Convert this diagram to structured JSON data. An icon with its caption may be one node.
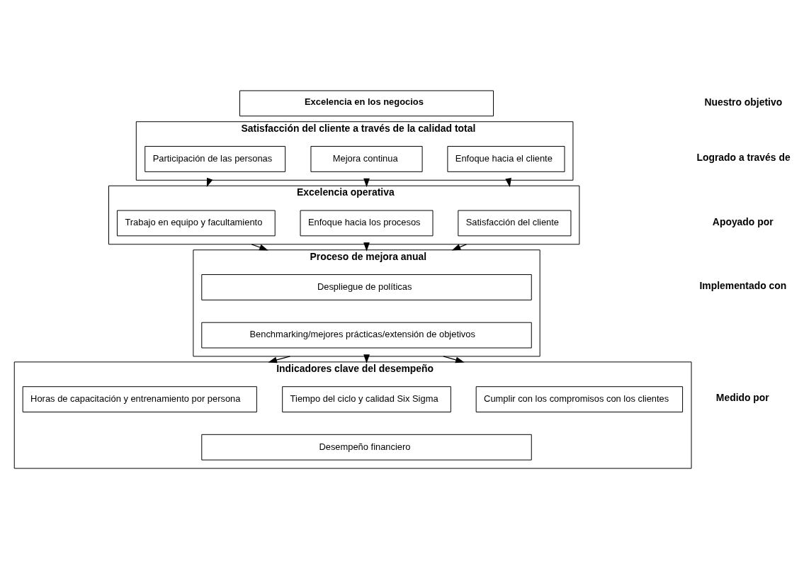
{
  "diagram": {
    "nodes": [
      {
        "text": [
          "Excelencia en los negocios"
        ]
      },
      {
        "text": [
          "Satisfacción del cliente a través de la calidad total"
        ]
      },
      {
        "text": [
          "Enfoque hacia el cliente"
        ],
        "in": 1
      },
      {
        "text": [
          "Mejora continua"
        ],
        "in": 1
      },
      {
        "text": [
          "Participación de las personas"
        ],
        "in": 1
      },
      {
        "text": [
          "Excelencia operativa"
        ]
      },
      {
        "text": [
          "Satisfacción del cliente"
        ],
        "in": 5
      },
      {
        "text": [
          "Enfoque hacia los procesos"
        ],
        "in": 5
      },
      {
        "text": [
          "Trabajo en equipo y facultamiento"
        ],
        "in": 5
      },
      {
        "text": [
          "Proceso de mejora anual"
        ]
      },
      {
        "text": [
          "Despliegue de políticas"
        ],
        "in": 9
      },
      {
        "text": [
          "Benchmarking/mejores prácticas/extensión de objetivos"
        ],
        "in": 9
      },
      {
        "text": [
          "Indicadores clave del desempeño"
        ]
      },
      {
        "text": [
          "Cumplir con los compromisos con los clientes"
        ],
        "in": 12
      },
      {
        "text": [
          "Tiempo del ciclo y calidad Six Sigma"
        ],
        "in": 12
      },
      {
        "text": [
          "Horas de capacitación y entrenamiento por persona"
        ],
        "in": 12
      },
      {
        "text": [
          "Desempeño financiero"
        ],
        "in": 12
      }
    ],
    "edges": [
      {
        "from": 1,
        "to": 5,
        "arrow": "to"
      },
      {
        "from": 1,
        "to": 5,
        "arrow": "to"
      },
      {
        "from": 1,
        "to": 5,
        "arrow": "to"
      },
      {
        "from": 5,
        "to": 9,
        "arrow": "to"
      },
      {
        "from": 5,
        "to": 9,
        "arrow": "to"
      },
      {
        "from": 5,
        "to": 9,
        "arrow": "to"
      },
      {
        "from": 9,
        "to": 12,
        "arrow": "to"
      },
      {
        "from": 9,
        "to": 12,
        "arrow": "to"
      },
      {
        "from": 9,
        "to": 12,
        "arrow": "to"
      }
    ],
    "labels": [
      "Nuestro objetivo",
      "Logrado a través de",
      "Apoyado por",
      "Implementado con",
      "Medido por"
    ]
  }
}
